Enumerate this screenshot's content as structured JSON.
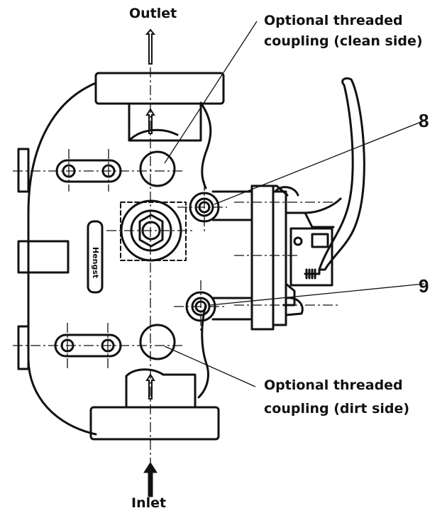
{
  "labels": {
    "outlet": "Outlet",
    "inlet": "Inlet",
    "clean_line1": "Optional threaded",
    "clean_line2": "coupling (clean side)",
    "dirt_line1": "Optional threaded",
    "dirt_line2": "coupling (dirt side)",
    "callout_8": "8",
    "callout_9": "9",
    "brand": "Hengst"
  },
  "colors": {
    "ink": "#111111",
    "background": "#ffffff"
  }
}
